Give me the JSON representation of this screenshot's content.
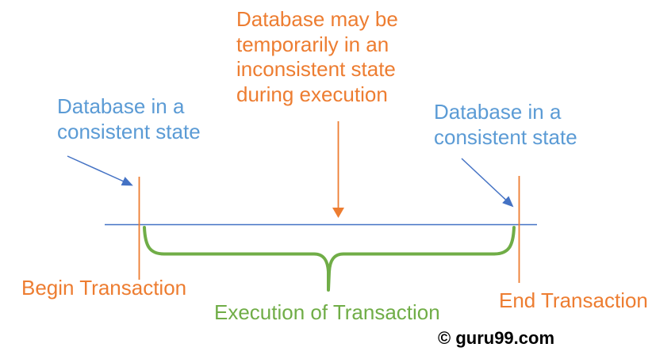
{
  "title": "Database transaction consistency diagram",
  "colors": {
    "orange": "#ED7D31",
    "blue_text": "#5B9BD5",
    "blue_line": "#4472C4",
    "green": "#70AD47",
    "footer_color": "#000000",
    "bg": "#FFFFFF"
  },
  "labels": {
    "inconsistent": "Database may be\ntemporarily in an\ninconsistent state\nduring execution",
    "consistent_left": "Database in a\nconsistent state",
    "consistent_right": "Database in a\nconsistent state",
    "begin": "Begin Transaction",
    "end": "End Transaction",
    "execution": "Execution of Transaction",
    "footer": "© guru99.com"
  }
}
